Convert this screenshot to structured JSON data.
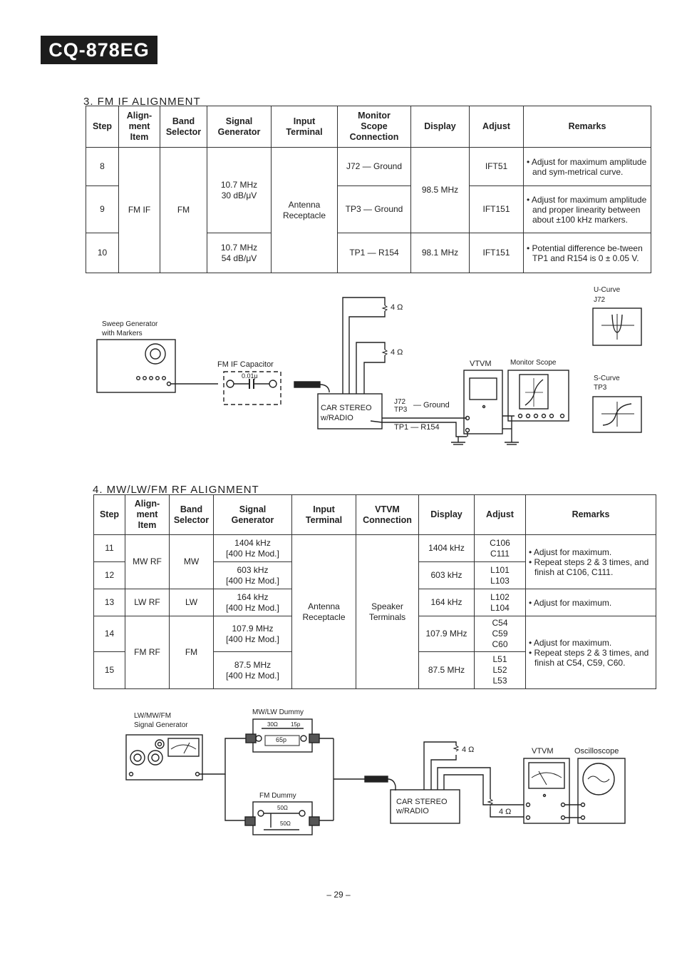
{
  "header": {
    "model": "CQ-878EG"
  },
  "fm_if": {
    "title": "3. FM IF ALIGNMENT",
    "columns": [
      "Step",
      "Align-\nment\nItem",
      "Band\nSelector",
      "Signal\nGenerator",
      "Input\nTerminal",
      "Monitor\nScope\nConnection",
      "Display",
      "Adjust",
      "Remarks"
    ],
    "rows": [
      {
        "step": "8",
        "monitor": "J72 — Ground",
        "adjust": "IFT51",
        "remarks": [
          "• Adjust for maximum amplitude and sym-metrical curve."
        ]
      },
      {
        "step": "9",
        "monitor": "TP3 — Ground",
        "adjust": "IFT151",
        "remarks": [
          "• Adjust for maximum amplitude and proper linearity between about ±100 kHz markers."
        ]
      },
      {
        "step": "10",
        "monitor": "TP1 — R154",
        "display": "98.1 MHz",
        "adjust": "IFT151",
        "remarks": [
          "• Potential difference be-tween TP1 and R154 is 0 ± 0.05 V."
        ]
      }
    ],
    "item": "FM IF",
    "band": "FM",
    "gen_8_9": "10.7 MHz\n30 dB/μV",
    "gen_10": "10.7 MHz\n54 dB/μV",
    "input": "Antenna\nReceptacle",
    "display_8_9": "98.5 MHz"
  },
  "fm_if_diagram": {
    "sweep_generator": "Sweep Generator\nwith Markers",
    "fm_if_capacitor": "FM IF Capacitor",
    "cap_value": "0.01μ",
    "car_stereo": "CAR STEREO\nw/RADIO",
    "ohm_top": "4 Ω",
    "ohm_mid": "4 Ω",
    "j72": "J72",
    "tp3": "TP3",
    "ground": "— Ground",
    "tp1_r154": "TP1 — R154",
    "vtvm": "VTVM",
    "monitor_scope": "Monitor Scope",
    "u_curve": "U-Curve\nJ72",
    "s_curve": "S-Curve\nTP3"
  },
  "mw_rf": {
    "title": "4. MW/LW/FM RF ALIGNMENT",
    "columns": [
      "Step",
      "Align-\nment\nItem",
      "Band\nSelector",
      "Signal\nGenerator",
      "Input\nTerminal",
      "VTVM\nConnection",
      "Display",
      "Adjust",
      "Remarks"
    ],
    "rows": [
      {
        "step": "11",
        "gen": "1404 kHz\n[400 Hz Mod.]",
        "display": "1404 kHz",
        "adjust": "C106\nC111"
      },
      {
        "step": "12",
        "gen": "603 kHz\n[400 Hz Mod.]",
        "display": "603 kHz",
        "adjust": "L101\nL103"
      },
      {
        "step": "13",
        "item": "LW RF",
        "band": "LW",
        "gen": "164 kHz\n[400 Hz Mod.]",
        "display": "164 kHz",
        "adjust": "L102\nL104",
        "remarks": "• Adjust for maximum."
      },
      {
        "step": "14",
        "gen": "107.9 MHz\n[400 Hz Mod.]",
        "display": "107.9 MHz",
        "adjust": "C54\nC59\nC60"
      },
      {
        "step": "15",
        "gen": "87.5 MHz\n[400 Hz Mod.]",
        "display": "87.5 MHz",
        "adjust": "L51\nL52\nL53"
      }
    ],
    "mw_item": "MW RF",
    "mw_band": "MW",
    "mw_remarks": [
      "• Adjust for maximum.",
      "• Repeat steps 2 & 3 times, and finish at C106, C111."
    ],
    "fm_item": "FM RF",
    "fm_band": "FM",
    "fm_remarks": [
      "• Adjust for maximum.",
      "• Repeat steps 2 & 3 times, and finish at C54, C59, C60."
    ],
    "input": "Antenna\nReceptacle",
    "vtvm": "Speaker\nTerminals"
  },
  "rf_diagram": {
    "signal_generator": "LW/MW/FM\nSignal Generator",
    "mw_lw_dummy": "MW/LW Dummy",
    "r30": "30Ω",
    "c15": "15p",
    "c65": "65p",
    "fm_dummy": "FM Dummy",
    "r50a": "50Ω",
    "r50b": "50Ω",
    "ohm_top": "4 Ω",
    "ohm_bottom": "4 Ω",
    "car_stereo": "CAR STEREO\nw/RADIO",
    "vtvm": "VTVM",
    "oscilloscope": "Oscilloscope"
  },
  "footer": {
    "page": "– 29 –"
  }
}
